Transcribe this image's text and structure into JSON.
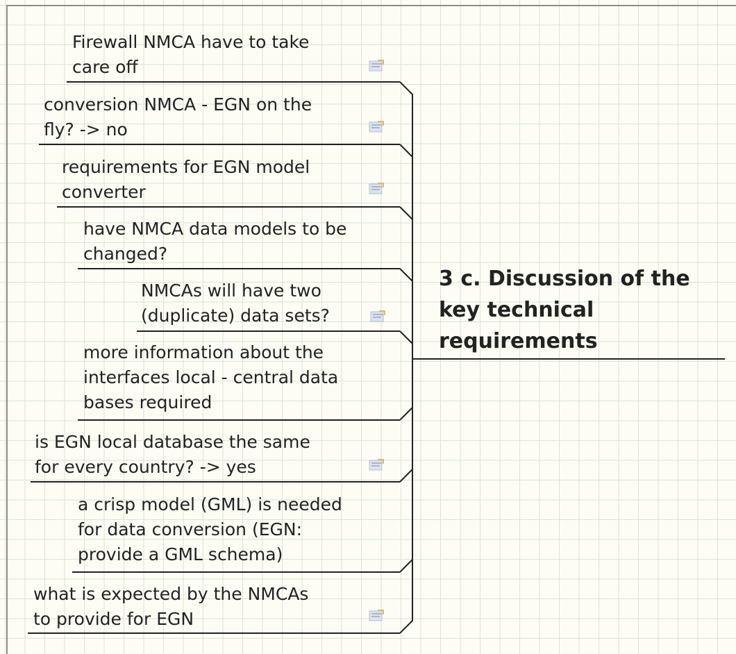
{
  "central_topic": {
    "lines": [
      "3 c. Discussion of the",
      "key technical",
      "requirements"
    ]
  },
  "subtopics": [
    {
      "lines": [
        "Firewall NMCA have to take",
        "care off"
      ],
      "has_note": true
    },
    {
      "lines": [
        "conversion NMCA - EGN on the",
        "fly? -> no"
      ],
      "has_note": true
    },
    {
      "lines": [
        "requirements for EGN model",
        "converter"
      ],
      "has_note": true
    },
    {
      "lines": [
        "have NMCA data models to be",
        "changed?"
      ],
      "has_note": false
    },
    {
      "lines": [
        "NMCAs will have two",
        "(duplicate) data sets?"
      ],
      "has_note": true
    },
    {
      "lines": [
        "more information about the",
        "interfaces local - central data",
        "bases required"
      ],
      "has_note": false
    },
    {
      "lines": [
        "is EGN local database the same",
        "for every country? -> yes"
      ],
      "has_note": true
    },
    {
      "lines": [
        "a crisp model (GML) is needed",
        "for data conversion (EGN:",
        "provide a GML schema)"
      ],
      "has_note": false
    },
    {
      "lines": [
        "what is expected by the NMCAs",
        "to provide for EGN"
      ],
      "has_note": true
    }
  ],
  "colors": {
    "background": "#fdfdf6",
    "grid": "#d9e3d5",
    "line": "#222222",
    "text": "#222222"
  },
  "icons": {
    "note": "note-icon"
  }
}
